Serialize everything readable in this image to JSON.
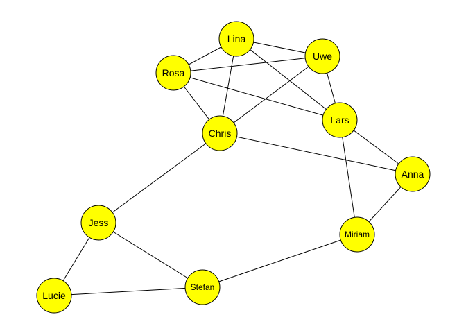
{
  "graph": {
    "node_fill": "#ffff00",
    "nodes": [
      {
        "id": "Lina",
        "label": "Lina"
      },
      {
        "id": "Uwe",
        "label": "Uwe"
      },
      {
        "id": "Rosa",
        "label": "Rosa"
      },
      {
        "id": "Lars",
        "label": "Lars"
      },
      {
        "id": "Chris",
        "label": "Chris"
      },
      {
        "id": "Anna",
        "label": "Anna"
      },
      {
        "id": "Jess",
        "label": "Jess"
      },
      {
        "id": "Miriam",
        "label": "Miriam"
      },
      {
        "id": "Lucie",
        "label": "Lucie"
      },
      {
        "id": "Stefan",
        "label": "Stefan"
      }
    ],
    "edges": [
      [
        "Lina",
        "Rosa"
      ],
      [
        "Lina",
        "Uwe"
      ],
      [
        "Lina",
        "Chris"
      ],
      [
        "Lina",
        "Lars"
      ],
      [
        "Rosa",
        "Uwe"
      ],
      [
        "Rosa",
        "Chris"
      ],
      [
        "Rosa",
        "Lars"
      ],
      [
        "Uwe",
        "Chris"
      ],
      [
        "Uwe",
        "Lars"
      ],
      [
        "Lars",
        "Anna"
      ],
      [
        "Lars",
        "Miriam"
      ],
      [
        "Chris",
        "Anna"
      ],
      [
        "Chris",
        "Jess"
      ],
      [
        "Anna",
        "Miriam"
      ],
      [
        "Jess",
        "Lucie"
      ],
      [
        "Jess",
        "Stefan"
      ],
      [
        "Lucie",
        "Stefan"
      ],
      [
        "Stefan",
        "Miriam"
      ]
    ]
  }
}
